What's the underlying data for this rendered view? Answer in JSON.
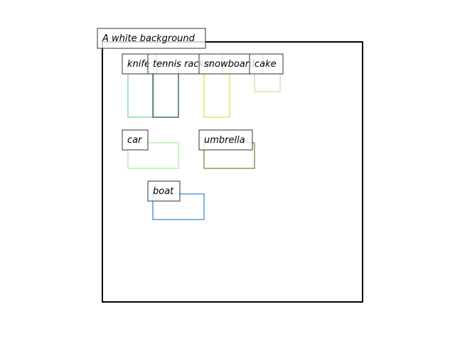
{
  "frame_caption": "A white background",
  "objects": [
    {
      "label": "knife",
      "color": "#a8e6b8"
    },
    {
      "label": "tennis racket",
      "color": "#6a9580"
    },
    {
      "label": "snowboard",
      "color": "#eeea8a"
    },
    {
      "label": "cake",
      "color": "#ece6c4"
    },
    {
      "label": "car",
      "color": "#cdf0c6"
    },
    {
      "label": "umbrella",
      "color": "#abae85"
    },
    {
      "label": "boat",
      "color": "#80b3e6"
    }
  ]
}
